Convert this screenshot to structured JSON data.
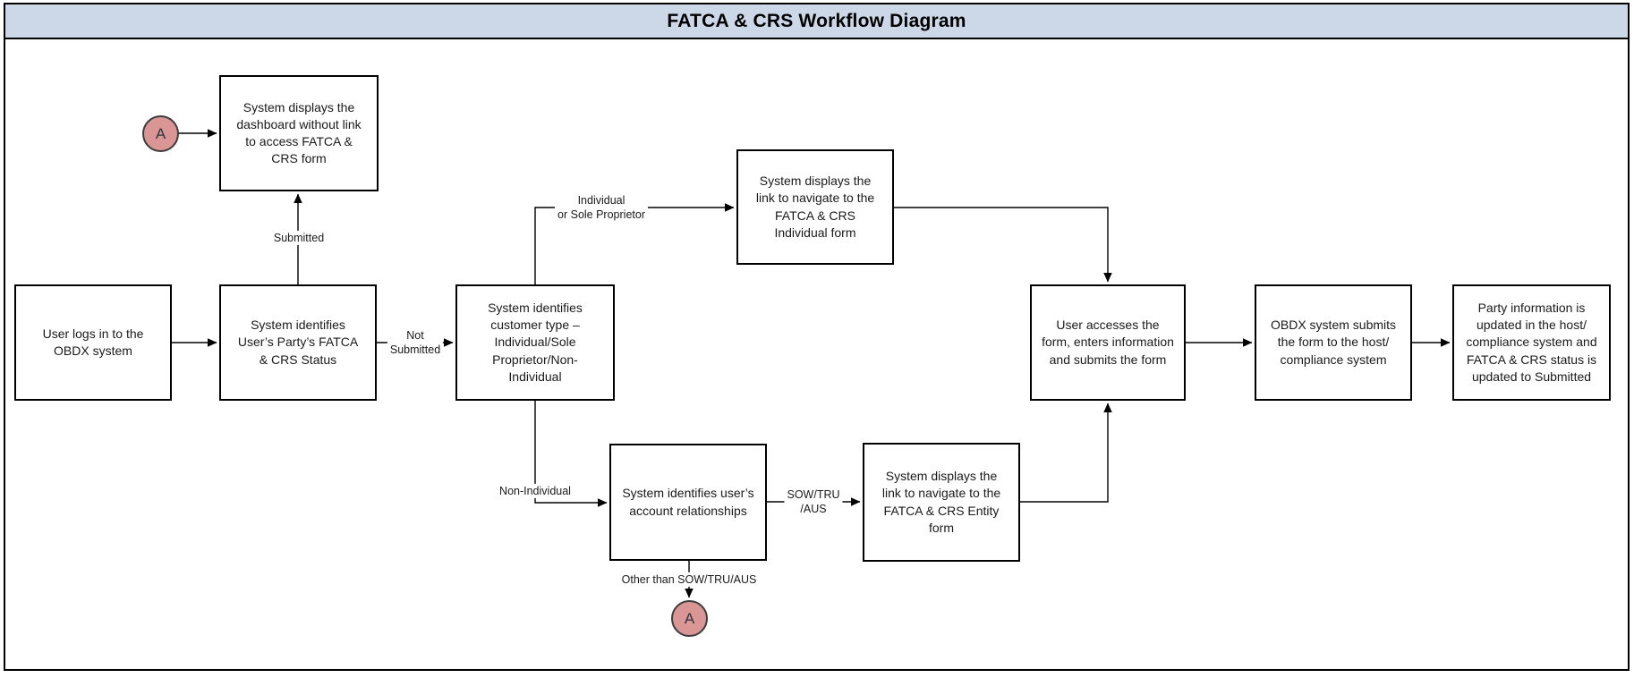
{
  "title": "FATCA & CRS Workflow Diagram",
  "colors": {
    "title_bar_bg": "#ccd8e8",
    "connector_bg": "#d99694",
    "line_color": "#000000",
    "box_bg": "#ffffff"
  },
  "nodes": {
    "connector_top": {
      "label": "A"
    },
    "dashboard_no_link": {
      "text": "System displays the\ndashboard without link\nto access FATCA &\nCRS form"
    },
    "user_login": {
      "text": "User logs in to the\nOBDX system"
    },
    "identify_status": {
      "text": "System identifies\nUser’s Party’s FATCA\n& CRS Status"
    },
    "identify_customer_type": {
      "text": "System identifies\ncustomer type –\nIndividual/Sole\nProprietor/Non-\nIndividual"
    },
    "individual_form_link": {
      "text": "System displays the\nlink to navigate to the\nFATCA & CRS\nIndividual form"
    },
    "account_relationships": {
      "text": "System identifies user’s\naccount relationships"
    },
    "entity_form_link": {
      "text": "System displays the\nlink to navigate to the\nFATCA & CRS Entity\nform"
    },
    "access_submit_form": {
      "text": "User accesses the\nform, enters information\nand submits the form"
    },
    "obdx_submits": {
      "text": "OBDX system submits\nthe form to the host/\ncompliance system"
    },
    "party_updated": {
      "text": "Party information is\nupdated in the host/\ncompliance system and\nFATCA & CRS status is\nupdated to Submitted"
    },
    "connector_bottom": {
      "label": "A"
    }
  },
  "edge_labels": {
    "submitted": "Submitted",
    "not_submitted": "Not\nSubmitted",
    "individual_or_sole_proprietor": "Individual\nor Sole Proprietor",
    "non_individual": "Non-Individual",
    "sow_tru_aus": "SOW/TRU\n/AUS",
    "other_than_sow_tru_aus": "Other than SOW/TRU/AUS"
  }
}
